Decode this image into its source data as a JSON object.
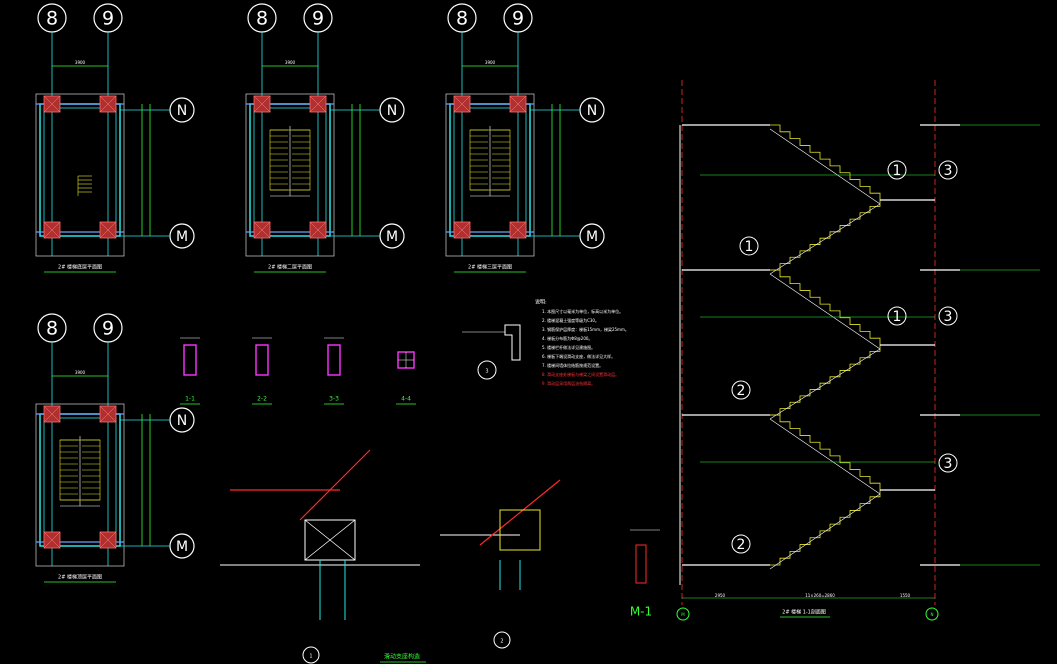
{
  "plans": [
    {
      "cols": [
        "8",
        "9"
      ],
      "rows": [
        "N",
        "M"
      ],
      "caption": "2# 楼梯底层平面图",
      "dim_top": "3900"
    },
    {
      "cols": [
        "8",
        "9"
      ],
      "rows": [
        "N",
        "M"
      ],
      "caption": "2# 楼梯二层平面图",
      "dim_top": "3900"
    },
    {
      "cols": [
        "8",
        "9"
      ],
      "rows": [
        "N",
        "M"
      ],
      "caption": "2# 楼梯三层平面图",
      "dim_top": "3900"
    },
    {
      "cols": [
        "8",
        "9"
      ],
      "rows": [
        "N",
        "M"
      ],
      "caption": "2# 楼梯顶层平面图",
      "dim_top": "3900"
    }
  ],
  "sections": {
    "labels": [
      "1-1",
      "2-2",
      "3-3",
      "4-4"
    ],
    "detail_3": "3"
  },
  "details": {
    "d1": "1",
    "d2": "2",
    "title": "滑动支座构造",
    "m1": "M-1"
  },
  "elevation": {
    "axes": [
      "M",
      "N"
    ],
    "callouts": [
      "1",
      "1",
      "1",
      "2",
      "2",
      "3",
      "3",
      "3"
    ],
    "caption": "2# 楼梯 1-1剖面图",
    "dim_bottom_left": "2950",
    "dim_bottom_mid": "11×260=2860",
    "dim_bottom_right": "1550"
  },
  "notes": {
    "title": "说明:",
    "lines": [
      "1. 本图尺寸以毫米为单位，标高以米为单位。",
      "2. 楼梯混凝土强度等级为C30。",
      "3. 钢筋保护层厚度：梯板15mm，梯梁25mm。",
      "4. 梯板分布筋为Φ8@200。",
      "5. 楼梯栏杆做法详见建施图。",
      "6. 梯板下端设滑动支座，做法详见大样。",
      "7. 楼梯间墙体拉结筋按规范设置。"
    ],
    "red_lines": [
      "8. 滑动支座处梯板与梯梁之间设置滑动层。",
      "9. 滑动层采用两层油毡隔离。"
    ]
  }
}
